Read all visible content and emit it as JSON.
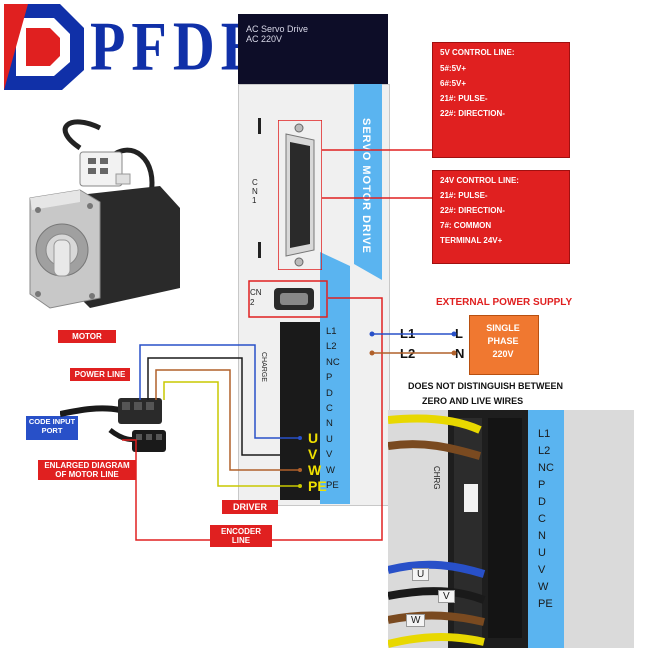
{
  "brand": {
    "logo_text": "PFDE"
  },
  "drive": {
    "model_line1": "AC Servo Drive",
    "model_line2": "AC 220V",
    "side_label": "SERVO MOTOR DRIVE",
    "cn1_label": "CN1",
    "cn2_label": "CN2",
    "charge_label": "CHARGE",
    "pins": [
      "L1",
      "L2",
      "NC",
      "P",
      "D",
      "C",
      "N",
      "U",
      "V",
      "W",
      "PE"
    ],
    "uvw_labels": [
      "U",
      "V",
      "W",
      "PE"
    ]
  },
  "control_5v": {
    "title": "5V CONTROL LINE:",
    "lines": [
      "5#:5V+",
      "6#:5V+",
      "21#: PULSE-",
      "22#: DIRECTION-"
    ]
  },
  "control_24v": {
    "title": "24V CONTROL LINE:",
    "lines": [
      "21#: PULSE-",
      "22#: DIRECTION-",
      "7#: COMMON",
      "TERMINAL 24V+"
    ]
  },
  "power": {
    "title": "EXTERNAL POWER SUPPLY",
    "supply_line1": "SINGLE",
    "supply_line2": "PHASE",
    "supply_line3": "220V",
    "l1_label": "L1",
    "l2_label": "L2",
    "l_label": "L",
    "n_label": "N",
    "note_line1": "DOES NOT DISTINGUISH BETWEEN",
    "note_line2": "ZERO AND LIVE WIRES"
  },
  "tags": {
    "motor": "MOTOR",
    "power_line": "POWER LINE",
    "code_port_line1": "CODE INPUT",
    "code_port_line2": "PORT",
    "enlarged_line1": "ENLARGED DIAGRAM",
    "enlarged_line2": "OF MOTOR LINE",
    "driver": "DRIVER",
    "encoder_line1": "ENCODER",
    "encoder_line2": "LINE"
  },
  "photo": {
    "pins": [
      "L1",
      "L2",
      "NC",
      "P",
      "D",
      "C",
      "N",
      "U",
      "V",
      "W",
      "PE"
    ],
    "charge_label": "CHRG",
    "wire_tags": [
      "U",
      "V",
      "W"
    ]
  },
  "colors": {
    "red": "#e02020",
    "blue": "#2850c8",
    "orange": "#f07830",
    "stripe": "#5ab4f0",
    "drive_head": "#0d0d28"
  }
}
